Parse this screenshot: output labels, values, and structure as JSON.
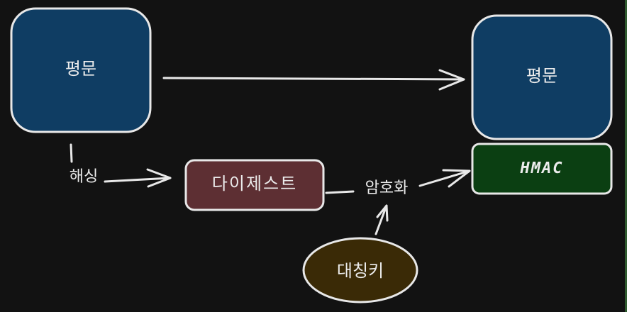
{
  "nodes": {
    "plaintext_left": {
      "label": "평문",
      "fill": "#0f3d63"
    },
    "plaintext_right": {
      "label": "평문",
      "fill": "#0f3d63"
    },
    "digest": {
      "label": "다이제스트",
      "fill": "#5d2f33"
    },
    "hmac": {
      "label": "HMAC",
      "fill": "#0b3f12"
    },
    "symmetric_key": {
      "label": "대칭키",
      "fill": "#3a2a06"
    }
  },
  "edges": {
    "hash_label": "해싱",
    "encrypt_label": "암호화"
  },
  "colors": {
    "background": "#121212",
    "stroke": "#e8e8e8"
  }
}
